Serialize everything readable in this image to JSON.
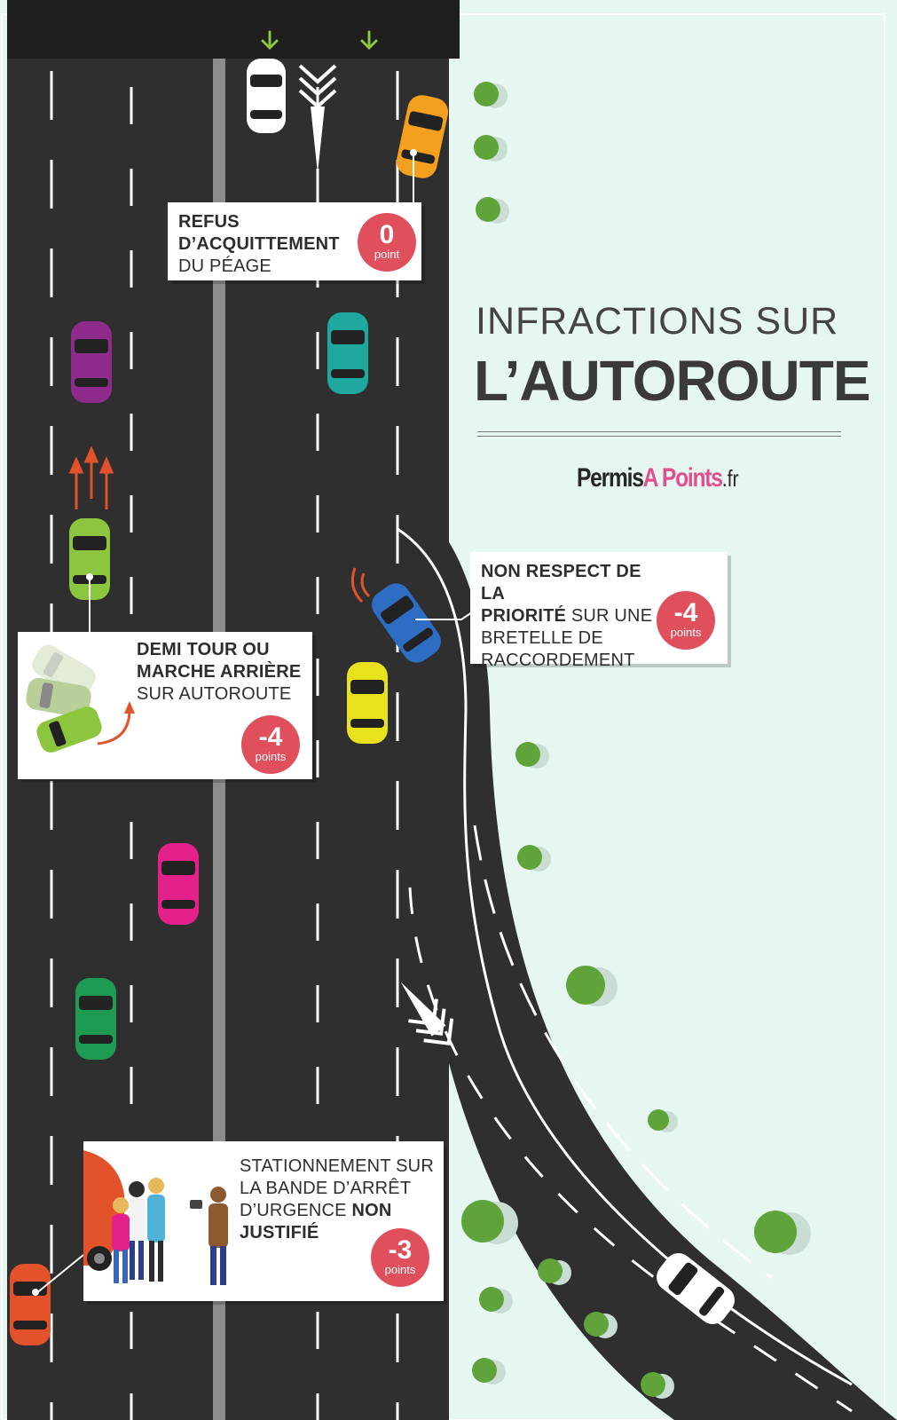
{
  "title": {
    "line1": "INFRACTIONS SUR",
    "line2": "L’AUTOROUTE"
  },
  "logo": {
    "part1": "Permis",
    "part2": "A Points",
    "part3": ".fr"
  },
  "colors": {
    "road": "#2f2f2f",
    "grass": "#e6f7f1",
    "badge": "#e0505c",
    "tree": "#5fa33a",
    "arrow_orange": "#e2532c",
    "arrow_green": "#8cc63f"
  },
  "infractions": [
    {
      "lines": [
        [
          {
            "t": "REFUS",
            "b": true
          }
        ],
        [
          {
            "t": "D’ACQUITTEMENT",
            "b": true
          }
        ],
        [
          {
            "t": "DU PÉAGE",
            "b": false
          }
        ]
      ],
      "points": "0",
      "unit": "point"
    },
    {
      "lines": [
        [
          {
            "t": "NON RESPECT DE LA",
            "b": true
          }
        ],
        [
          {
            "t": "PRIORITÉ",
            "b": true
          },
          {
            "t": " SUR UNE",
            "b": false
          }
        ],
        [
          {
            "t": "BRETELLE DE",
            "b": false
          }
        ],
        [
          {
            "t": "RACCORDEMENT",
            "b": false
          }
        ]
      ],
      "points": "-4",
      "unit": "points"
    },
    {
      "lines": [
        [
          {
            "t": "DEMI TOUR OU",
            "b": true
          }
        ],
        [
          {
            "t": "MARCHE ARRIÈRE",
            "b": true
          }
        ],
        [
          {
            "t": "SUR AUTOROUTE",
            "b": false
          }
        ]
      ],
      "points": "-4",
      "unit": "points"
    },
    {
      "lines": [
        [
          {
            "t": "STATIONNEMENT SUR",
            "b": false
          }
        ],
        [
          {
            "t": "LA BANDE D’ARRÊT",
            "b": false
          }
        ],
        [
          {
            "t": "D’URGENCE ",
            "b": false
          },
          {
            "t": "NON",
            "b": true
          }
        ],
        [
          {
            "t": "JUSTIFIÉ",
            "b": true
          }
        ]
      ],
      "points": "-3",
      "unit": "points"
    }
  ],
  "icons": [
    "green-down-arrow-icon",
    "chevron-arrow-icon",
    "orange-up-arrow-icon",
    "warning-signal-icon",
    "people-figures-icon",
    "reverse-arrow-icon"
  ]
}
